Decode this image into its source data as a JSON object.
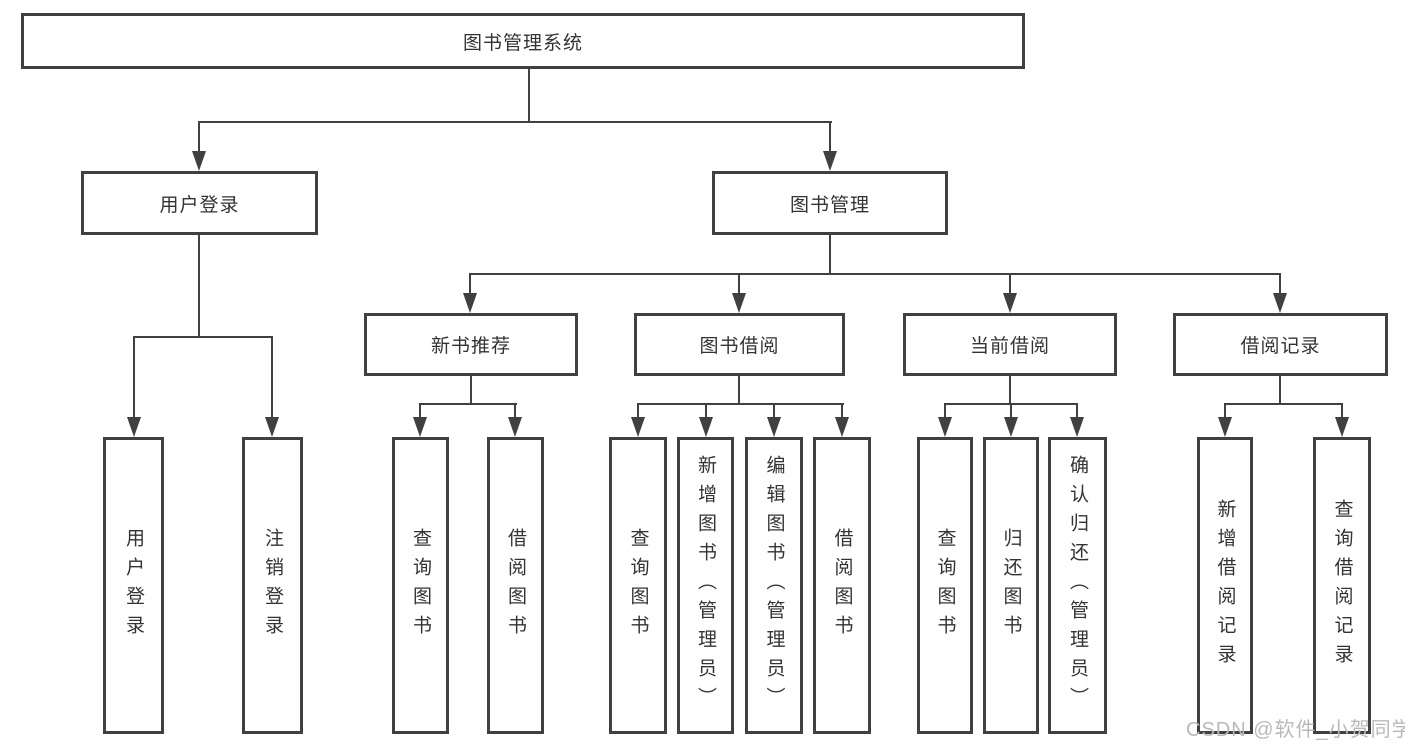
{
  "diagram": {
    "root": {
      "label": "图书管理系统"
    },
    "level2": [
      {
        "label": "用户登录"
      },
      {
        "label": "图书管理"
      }
    ],
    "level3": [
      {
        "label": "新书推荐",
        "parent": "图书管理"
      },
      {
        "label": "图书借阅",
        "parent": "图书管理"
      },
      {
        "label": "当前借阅",
        "parent": "图书管理"
      },
      {
        "label": "借阅记录",
        "parent": "图书管理"
      }
    ],
    "leaves": [
      {
        "label": "用户登录",
        "parent": "用户登录"
      },
      {
        "label": "注销登录",
        "parent": "用户登录"
      },
      {
        "label": "查询图书",
        "parent": "新书推荐"
      },
      {
        "label": "借阅图书",
        "parent": "新书推荐"
      },
      {
        "label": "查询图书",
        "parent": "图书借阅"
      },
      {
        "label": "新增图书（管理员）",
        "parent": "图书借阅"
      },
      {
        "label": "编辑图书（管理员）",
        "parent": "图书借阅"
      },
      {
        "label": "借阅图书",
        "parent": "图书借阅"
      },
      {
        "label": "查询图书",
        "parent": "当前借阅"
      },
      {
        "label": "归还图书",
        "parent": "当前借阅"
      },
      {
        "label": "确认归还（管理员）",
        "parent": "当前借阅"
      },
      {
        "label": "新增借阅记录",
        "parent": "借阅记录"
      },
      {
        "label": "查询借阅记录",
        "parent": "借阅记录"
      }
    ],
    "watermark": "CSDN @软件_小贺同学",
    "colors": {
      "line": "#404040",
      "text": "#333333",
      "box_fill": "#ffffff",
      "background": "#ffffff",
      "watermark": "#b9b9b9"
    }
  }
}
